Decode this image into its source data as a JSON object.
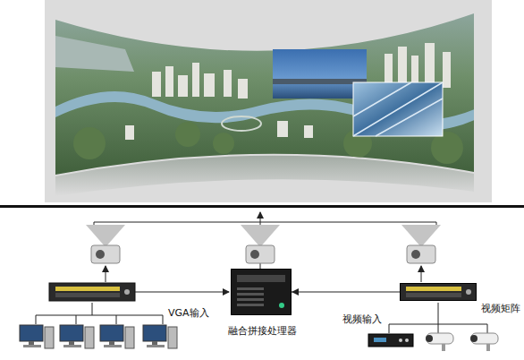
{
  "diagram": {
    "nodes": [
      {
        "text": [
          "融合拼接处理器"
        ]
      },
      {
        "text": [
          "视频矩阵"
        ]
      }
    ],
    "edges": [
      {
        "from": 1,
        "to": 0,
        "arrow": "to"
      }
    ],
    "labels": [
      "VGA输入",
      "视频输入"
    ]
  }
}
